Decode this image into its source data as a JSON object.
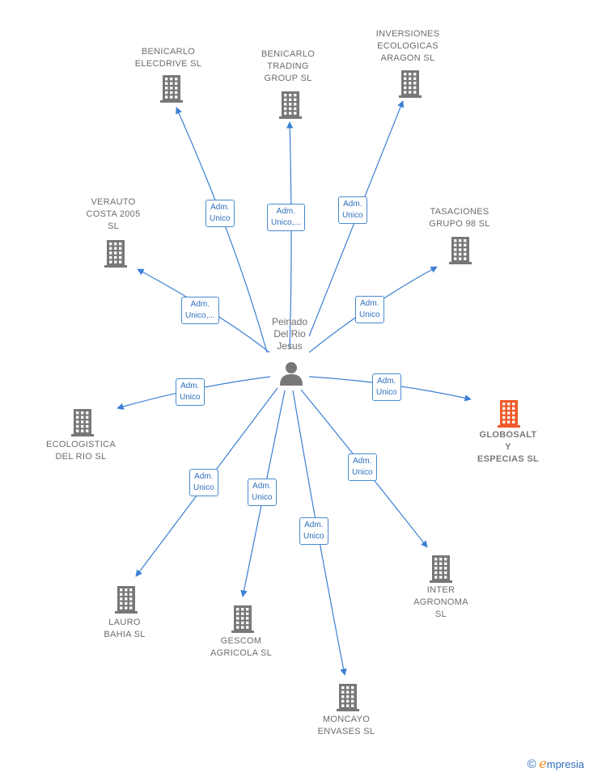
{
  "center": {
    "label": "Peinado\nDel Rio\nJesus",
    "icon": "person-icon"
  },
  "colors": {
    "edge": "#3a7fd4",
    "node": "#777777",
    "highlight": "#f05a28"
  },
  "companies": [
    {
      "id": "benicarlo-elecdrive",
      "label": "BENICARLO\nELECDRIVE  SL",
      "highlight": false
    },
    {
      "id": "benicarlo-trading",
      "label": "BENICARLO\nTRADING\nGROUP  SL",
      "highlight": false
    },
    {
      "id": "inversiones-ecologicas",
      "label": "INVERSIONES\nECOLOGICAS\nARAGON  SL",
      "highlight": false
    },
    {
      "id": "verauto",
      "label": "VERAUTO\nCOSTA 2005\nSL",
      "highlight": false
    },
    {
      "id": "tasaciones",
      "label": "TASACIONES\nGRUPO 98  SL",
      "highlight": false
    },
    {
      "id": "ecologistica",
      "label": "ECOLOGISTICA\nDEL RIO  SL",
      "highlight": false
    },
    {
      "id": "globosalt",
      "label": "GLOBOSALT\nY\nESPECIAS  SL",
      "highlight": true
    },
    {
      "id": "lauro",
      "label": "LAURO\nBAHIA  SL",
      "highlight": false
    },
    {
      "id": "gescom",
      "label": "GESCOM\nAGRICOLA  SL",
      "highlight": false
    },
    {
      "id": "moncayo",
      "label": "MONCAYO\nENVASES  SL",
      "highlight": false
    },
    {
      "id": "inter-agronoma",
      "label": "INTER\nAGRONOMA\nSL",
      "highlight": false
    }
  ],
  "relations": [
    {
      "target": "benicarlo-elecdrive",
      "label": "Adm.\nUnico"
    },
    {
      "target": "benicarlo-trading",
      "label": "Adm.\nUnico,..."
    },
    {
      "target": "inversiones-ecologicas",
      "label": "Adm.\nUnico"
    },
    {
      "target": "verauto",
      "label": "Adm.\nUnico,..."
    },
    {
      "target": "tasaciones",
      "label": "Adm.\nUnico"
    },
    {
      "target": "ecologistica",
      "label": "Adm.\nUnico"
    },
    {
      "target": "globosalt",
      "label": "Adm.\nUnico"
    },
    {
      "target": "lauro",
      "label": "Adm.\nUnico"
    },
    {
      "target": "gescom",
      "label": "Adm.\nUnico"
    },
    {
      "target": "moncayo",
      "label": "Adm.\nUnico"
    },
    {
      "target": "inter-agronoma",
      "label": "Adm.\nUnico"
    }
  ],
  "brand": {
    "copyright": "©",
    "initial": "e",
    "name": "mpresia"
  }
}
